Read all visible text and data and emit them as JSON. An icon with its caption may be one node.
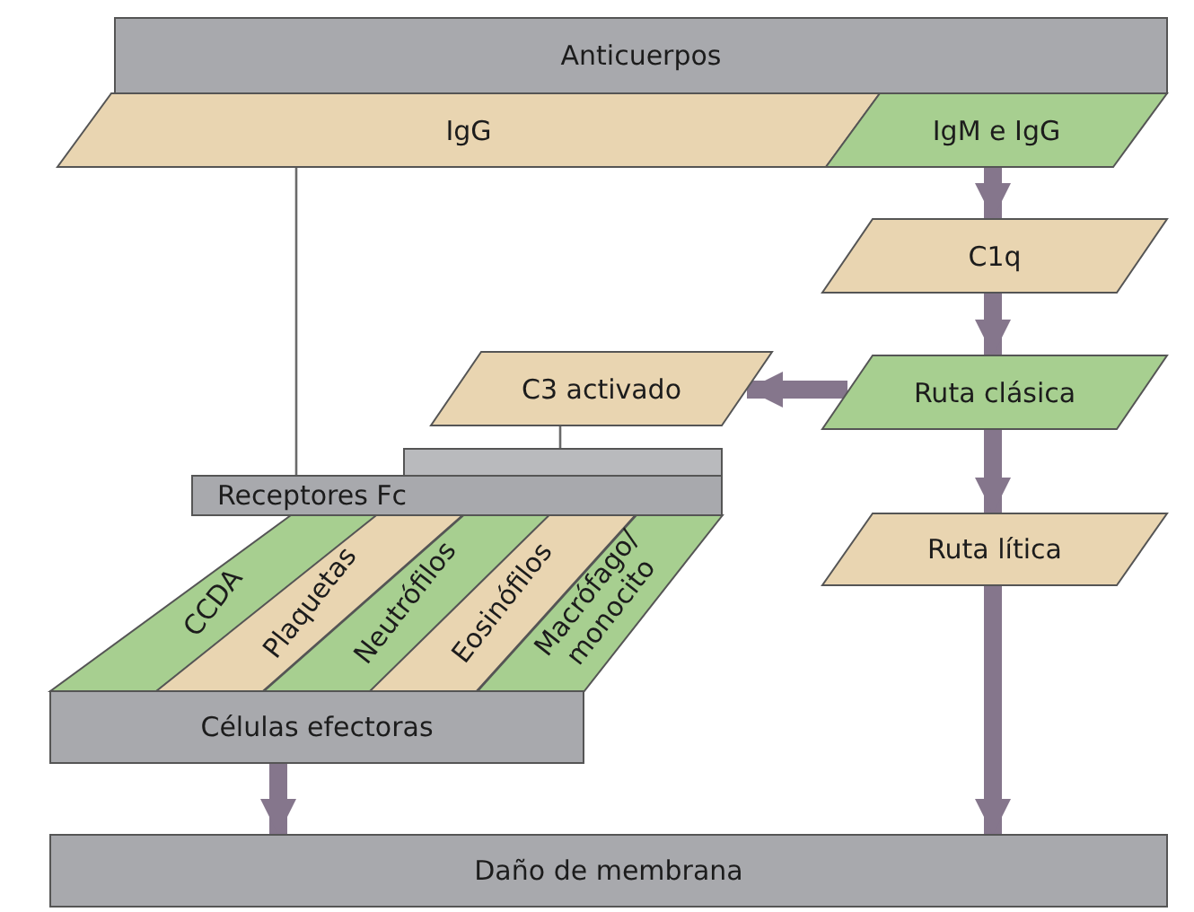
{
  "diagram": {
    "nodes": [
      {
        "text": [
          "Anticuerpos"
        ]
      },
      {
        "text": [
          "IgG"
        ]
      },
      {
        "text": [
          "IgM e IgG"
        ]
      },
      {
        "text": [
          "C1q"
        ]
      },
      {
        "text": [
          "Ruta clásica"
        ]
      },
      {
        "text": [
          "C3 activado"
        ]
      },
      {
        "text": [
          "Receptores Fc"
        ]
      },
      {
        "text": [
          "Ruta lítica"
        ]
      },
      {
        "text": [
          "CCDA"
        ]
      },
      {
        "text": [
          "Plaquetas"
        ]
      },
      {
        "text": [
          "Neutrófilos"
        ]
      },
      {
        "text": [
          "Eosinófilos"
        ]
      },
      {
        "text": [
          "Macrófago/ monocito"
        ]
      },
      {
        "text": [
          "Células efectoras"
        ]
      },
      {
        "text": [
          "Daño de membrana"
        ]
      }
    ],
    "edges": [
      {
        "from": 2,
        "to": 3,
        "arrow": "to"
      },
      {
        "from": 3,
        "to": 4,
        "arrow": "to"
      },
      {
        "from": 4,
        "to": 5,
        "arrow": "to"
      },
      {
        "from": 4,
        "to": 7,
        "arrow": "to"
      },
      {
        "from": 7,
        "to": 14,
        "arrow": "to"
      },
      {
        "from": 1,
        "to": 6,
        "arrow": "none",
        "color": "#6a6a6a"
      },
      {
        "from": 5,
        "to": 6,
        "arrow": "none",
        "color": "#6a6a6a"
      },
      {
        "from": 13,
        "to": 14,
        "arrow": "to"
      }
    ]
  }
}
